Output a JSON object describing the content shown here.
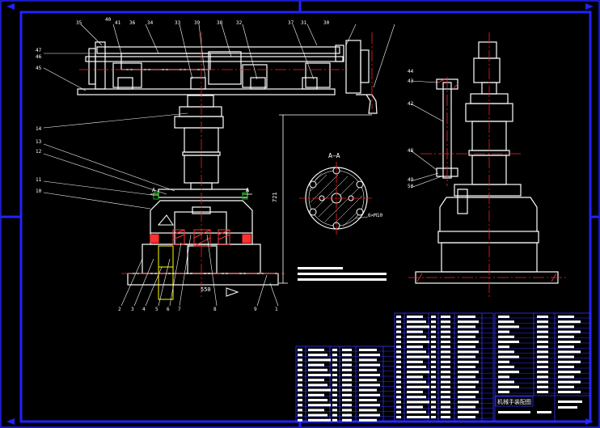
{
  "drawing": {
    "title_block_name": "机械手装配图",
    "section_label": "A—A",
    "section_arrow_label": "A",
    "hole_note": "6×M10",
    "base_dimension": "550",
    "height_dimension": "721",
    "colors": {
      "background": "#000000",
      "outline": "#ffffff",
      "frame": "#2222ff",
      "centerline": "#ff2020",
      "table_grid": "#3333ff",
      "hatch": "#ff3030",
      "accent_green": "#00c000",
      "accent_yellow": "#ffff00",
      "accent_cyan": "#00ffff"
    }
  },
  "part_callouts": {
    "top": [
      "35",
      "40",
      "41",
      "36",
      "34",
      "33",
      "39",
      "38",
      "32",
      "37",
      "31",
      "30"
    ],
    "left": [
      "47",
      "46",
      "45",
      "14",
      "13",
      "12",
      "11",
      "10"
    ],
    "bottom": [
      "2",
      "3",
      "4",
      "5",
      "6",
      "7",
      "8",
      "9",
      "1"
    ],
    "right_view": [
      "44",
      "43",
      "42",
      "48",
      "49",
      "50"
    ]
  }
}
